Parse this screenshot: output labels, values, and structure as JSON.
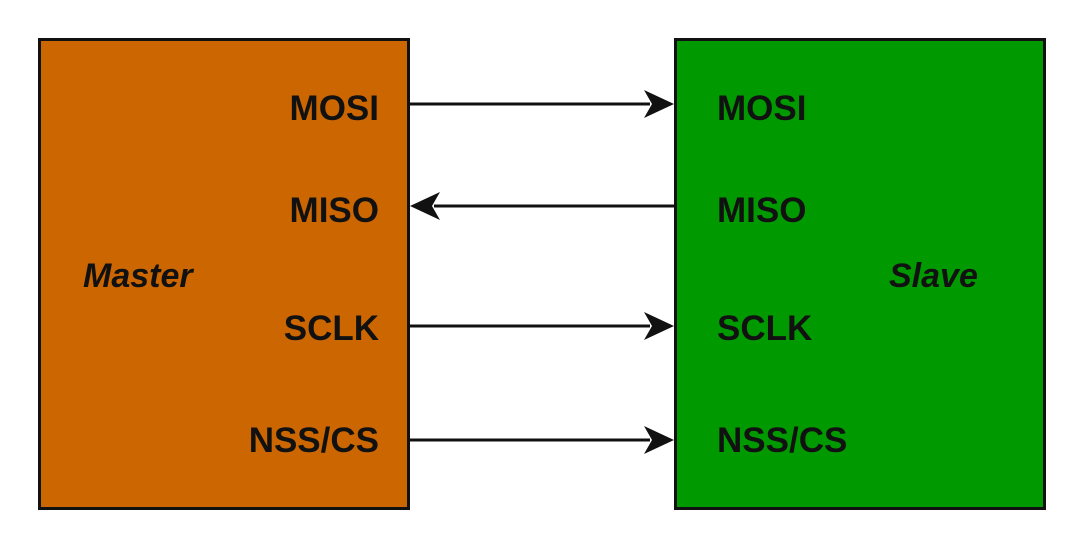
{
  "master": {
    "title": "Master",
    "color": "#cc6600",
    "pins": {
      "mosi": "MOSI",
      "miso": "MISO",
      "sclk": "SCLK",
      "nss": "NSS/CS"
    }
  },
  "slave": {
    "title": "Slave",
    "color": "#009900",
    "pins": {
      "mosi": "MOSI",
      "miso": "MISO",
      "sclk": "SCLK",
      "nss": "NSS/CS"
    }
  },
  "connections": [
    {
      "signal": "MOSI",
      "direction": "master-to-slave"
    },
    {
      "signal": "MISO",
      "direction": "slave-to-master"
    },
    {
      "signal": "SCLK",
      "direction": "master-to-slave"
    },
    {
      "signal": "NSS/CS",
      "direction": "master-to-slave"
    }
  ]
}
